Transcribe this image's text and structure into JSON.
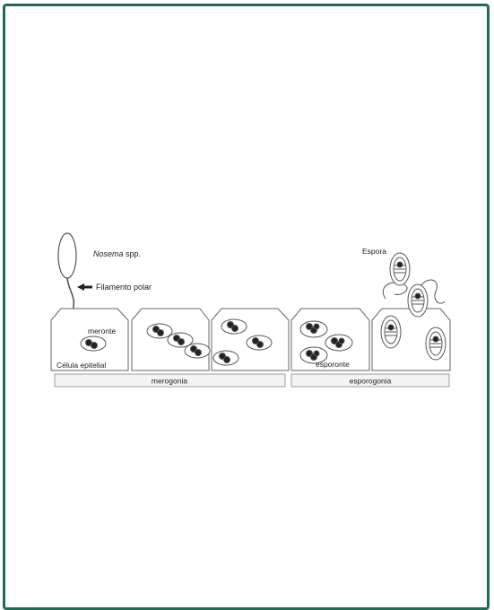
{
  "labels": {
    "nosema_genus": "Nosema",
    "nosema_spp": " spp.",
    "filamento_polar": "Filamento polar",
    "meronte": "meronte",
    "celula_epitelial": "Célula epitelial",
    "esporonte": "esporonte",
    "espora": "Espora",
    "merogonia": "merogonia",
    "esporogonia": "esporogonia"
  },
  "colors": {
    "frame": "#1e6b55",
    "lines": "#555555",
    "bar": "#f4f4f4"
  }
}
